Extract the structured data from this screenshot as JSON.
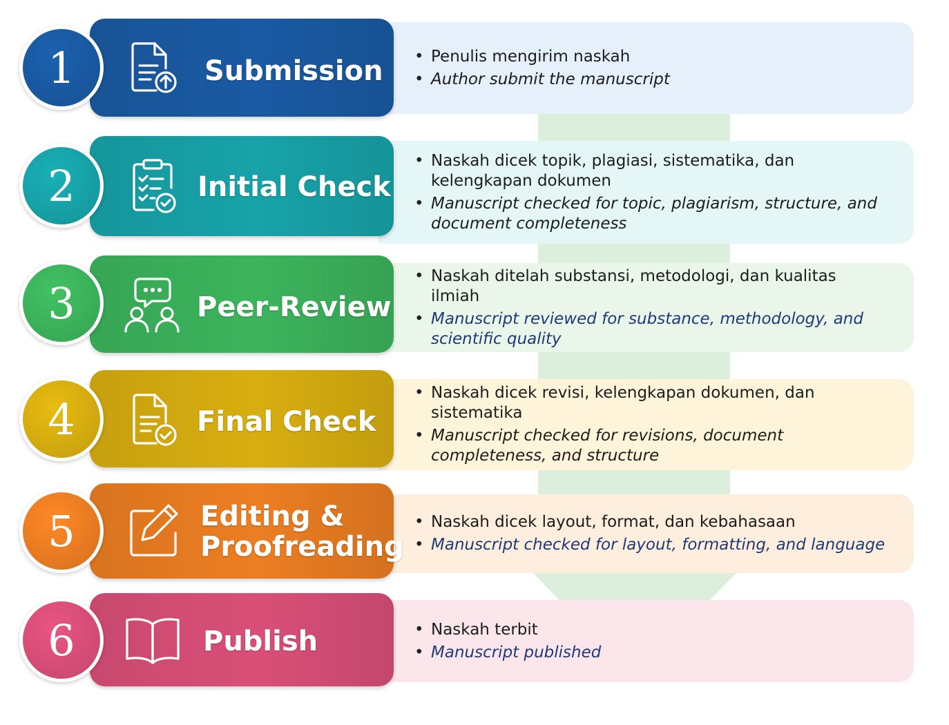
{
  "steps": [
    {
      "number": "1",
      "title": "Submission",
      "icon": "document-upload-icon",
      "id_text": "Penulis mengirim naskah",
      "en_text": "Author submit the manuscript",
      "color": "#1a5aa3",
      "desc_bg": "#e6f0fa",
      "en_color": "#1c1c1c"
    },
    {
      "number": "2",
      "title": "Initial Check",
      "icon": "clipboard-check-icon",
      "id_text": "Naskah dicek topik, plagiasi, sistematika, dan kelengkapan dokumen",
      "en_text": "Manuscript checked for topic, plagiarism, structure, and document completeness",
      "color": "#17a3a9",
      "desc_bg": "#e4f6f6",
      "en_color": "#1c1c1c"
    },
    {
      "number": "3",
      "title": "Peer-Review",
      "icon": "people-discussion-icon",
      "id_text": "Naskah ditelah substansi, metodologi, dan kualitas ilmiah",
      "en_text": "Manuscript reviewed for substance, methodology, and scientific quality",
      "color": "#3cb45c",
      "desc_bg": "#eaf6e9",
      "en_color": "#1f3a78"
    },
    {
      "number": "4",
      "title": "Final Check",
      "icon": "document-check-icon",
      "id_text": "Naskah dicek revisi, kelengkapan dokumen, dan sistematika",
      "en_text": "Manuscript checked for revisions, document completeness, and structure",
      "color": "#d8ae10",
      "desc_bg": "#fdf4da",
      "en_color": "#1c1c1c"
    },
    {
      "number": "5",
      "title": "Editing & Proofreading",
      "title_lines": [
        "Editing &",
        "Proofreading"
      ],
      "icon": "edit-pencil-icon",
      "id_text": "Naskah dicek layout, format, dan kebahasaan",
      "en_text": "Manuscript checked for layout, formatting, and language",
      "color": "#ec7e22",
      "desc_bg": "#fdeedd",
      "en_color": "#1f3a78"
    },
    {
      "number": "6",
      "title": "Publish",
      "icon": "open-book-icon",
      "id_text": "Naskah terbit",
      "en_text": "Manuscript published",
      "color": "#d94f78",
      "desc_bg": "#fbe6ec",
      "en_color": "#1f3a78"
    }
  ],
  "flow_arrow_color": "#d6ecd6"
}
